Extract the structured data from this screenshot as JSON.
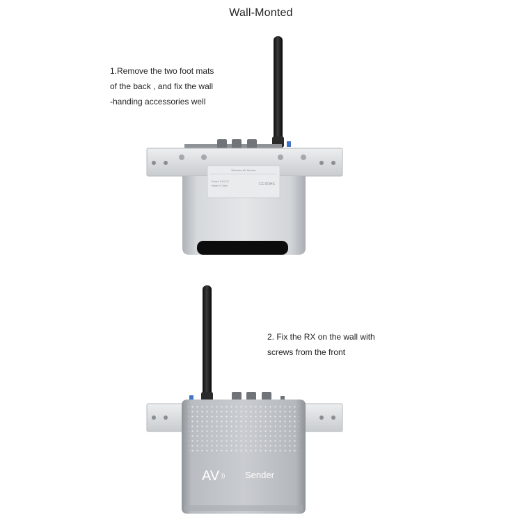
{
  "title": "Wall-Monted",
  "steps": [
    {
      "text": "1.Remove the two foot mats\nof  the back , and fix the wall\n-handing accessories well"
    },
    {
      "text": "2. Fix the RX on the wall with\nscrews from the front"
    }
  ],
  "back_label": {
    "product": "Wireless AV Sender",
    "cert": "CE ROHS",
    "line1": "Power: 5.0V DC",
    "line2": "Made in China"
  },
  "front_logo": {
    "av": "AV",
    "word": "Sender"
  },
  "colors": {
    "housing": "#c4c7cb",
    "bracket": "#d9dbdd",
    "antenna": "#1c1c1c",
    "text": "#222222"
  }
}
